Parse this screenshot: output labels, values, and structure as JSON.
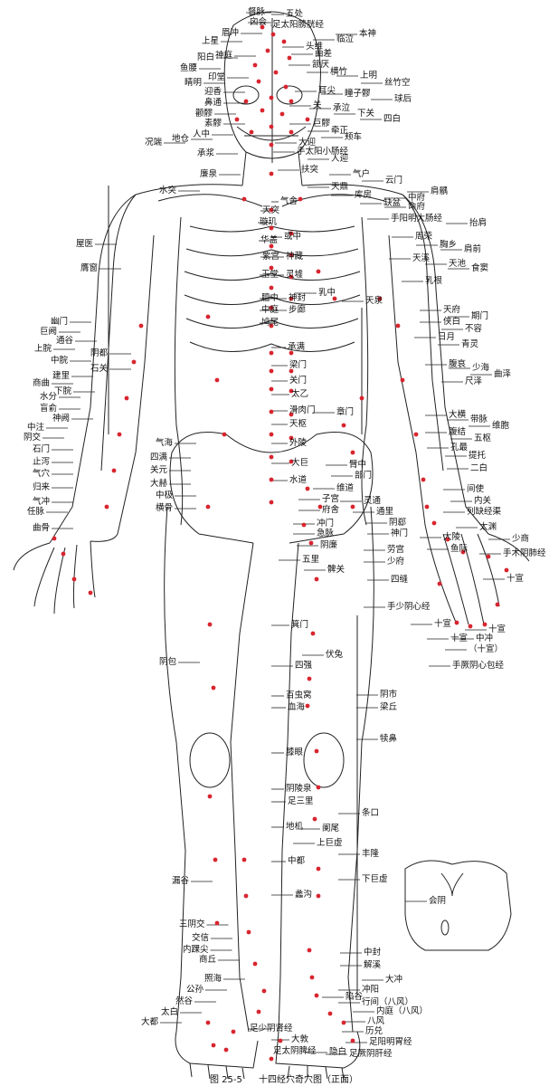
{
  "colors": {
    "ink": "#111111",
    "point": "#d8252f",
    "line": "#222222"
  },
  "caption": {
    "figure": "图 25-5",
    "title": "十四经穴奇穴图（正面）"
  },
  "labels": {
    "l001": "督脉",
    "l002": "五处",
    "l003": "囟会",
    "l004": "足太阳膀胱经",
    "l005": "眉冲",
    "l006": "上星",
    "l007": "临泣",
    "l008": "本神",
    "l009": "头维",
    "l010": "曲差",
    "l011": "阳白",
    "l012": "神庭",
    "l013": "鱼腰",
    "l014": "颔厌",
    "l015": "横竹",
    "l016": "上明",
    "l017": "丝竹空",
    "l018": "睛明",
    "l019": "印堂",
    "l020": "瞳子髎",
    "l021": "球后",
    "l022": "迎香",
    "l023": "耳尖",
    "l024": "鼻通",
    "l025": "关",
    "l026": "承泣",
    "l027": "下关",
    "l028": "四白",
    "l029": "颧髎",
    "l030": "素髎",
    "l031": "巨髎",
    "l032": "牵正",
    "l033": "颊车",
    "l034": "况端",
    "l035": "地仓",
    "l036": "人中",
    "l037": "承浆",
    "l038": "大迎",
    "l039": "手太阳小肠经",
    "l040": "人迎",
    "l041": "廉泉",
    "l042": "扶突",
    "l043": "气户",
    "l044": "云门",
    "l045": "天鼎",
    "l046": "水突",
    "l047": "库房",
    "l048": "肩髃",
    "l049": "缺盆",
    "l050": "中府",
    "l051": "命府",
    "l052": "天突",
    "l053": "气舍",
    "l054": "璇玑",
    "l055": "手阳明大肠经",
    "l056": "抬肩",
    "l057": "华盖",
    "l058": "或中",
    "l059": "周荣",
    "l060": "屋医",
    "l061": "紫宫",
    "l062": "神藏",
    "l063": "胸乡",
    "l064": "肩前",
    "l065": "天溪",
    "l066": "天池",
    "l067": "食窦",
    "l068": "膺窗",
    "l069": "玉堂",
    "l070": "灵墟",
    "l071": "乳根",
    "l072": "乳中",
    "l073": "天泉",
    "l074": "膻中",
    "l075": "神封",
    "l076": "中庭",
    "l077": "步廊",
    "l078": "天府",
    "l079": "期门",
    "l080": "幽门",
    "l081": "鸠尾",
    "l082": "侠白",
    "l083": "不容",
    "l084": "巨阙",
    "l085": "日月",
    "l086": "通谷",
    "l087": "青灵",
    "l088": "上脘",
    "l089": "承满",
    "l090": "阴都",
    "l091": "梁门",
    "l092": "腹哀",
    "l093": "少海",
    "l094": "中脘",
    "l095": "曲泽",
    "l096": "石关",
    "l097": "关门",
    "l098": "尺泽",
    "l099": "建里",
    "l100": "商曲",
    "l101": "太乙",
    "l102": "水分",
    "l103": "滑肉门",
    "l104": "盲俞",
    "l105": "下脘",
    "l106": "章门",
    "l107": "天枢",
    "l108": "大横",
    "l109": "神阙",
    "l110": "带脉",
    "l111": "中注",
    "l112": "维胞",
    "l113": "阴交",
    "l114": "外陵",
    "l115": "腹结",
    "l116": "五枢",
    "l117": "气海",
    "l118": "石门",
    "l119": "孔最",
    "l120": "止泻",
    "l121": "四满",
    "l122": "大巨",
    "l123": "提托",
    "l124": "气穴",
    "l125": "关元",
    "l126": "臂中",
    "l127": "二白",
    "l128": "部门",
    "l129": "归来",
    "l130": "水道",
    "l131": "大赫",
    "l132": "维道",
    "l133": "间使",
    "l134": "中极",
    "l135": "气冲",
    "l136": "任脉",
    "l137": "子宫",
    "l138": "灵通",
    "l139": "内关",
    "l140": "横骨",
    "l141": "府舍",
    "l142": "通里",
    "l143": "列缺经渠",
    "l144": "曲骨",
    "l145": "冲门",
    "l146": "阴郄",
    "l147": "太渊",
    "l148": "急脉",
    "l149": "神门",
    "l150": "大陵",
    "l151": "少商",
    "l152": "阴廉",
    "l153": "鱼际",
    "l154": "手术阴肺经",
    "l155": "五里",
    "l156": "劳宫",
    "l157": "少府",
    "l158": "十宣",
    "l159": "髀关",
    "l160": "四缝",
    "l161": "手少阴心经",
    "l162": "十宣",
    "l163": "十宣",
    "l164": "中冲",
    "l165": "（十宣）",
    "l166": "十宣",
    "l167": "手厥阴心包经",
    "l168": "箕门",
    "l169": "伏兔",
    "l170": "阴包",
    "l171": "四强",
    "l172": "阴市",
    "l173": "百虫窝",
    "l174": "梁丘",
    "l175": "血海",
    "l176": "犊鼻",
    "l177": "膝眼",
    "l178": "阴陵泉",
    "l179": "足三里",
    "l180": "条口",
    "l181": "地机",
    "l182": "阑尾",
    "l183": "上巨虚",
    "l184": "丰隆",
    "l185": "中都",
    "l186": "下巨虚",
    "l187": "漏谷",
    "l188": "蠡沟",
    "l189": "会阴",
    "l190": "三阴交",
    "l191": "交信",
    "l192": "内踝尖",
    "l193": "中封",
    "l194": "商丘",
    "l195": "解溪",
    "l196": "照海",
    "l197": "大冲",
    "l198": "公孙",
    "l199": "冲阳",
    "l200": "然谷",
    "l201": "陷谷",
    "l202": "行间（八风）",
    "l203": "太白",
    "l204": "内庭（八风）",
    "l205": "大都",
    "l206": "八风",
    "l207": "足少阴肾经",
    "l208": "历兑",
    "l209": "大敦",
    "l210": "足阳明胃经",
    "l211": "足太阴脾经",
    "l212": "隐白",
    "l213": "足厥阴肝经"
  }
}
